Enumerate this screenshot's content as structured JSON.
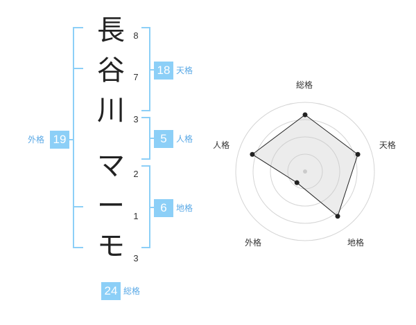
{
  "name_chars": [
    "長",
    "谷",
    "川",
    "マ",
    "ー",
    "モ"
  ],
  "strokes": [
    "8",
    "7",
    "3",
    "2",
    "1",
    "3"
  ],
  "fortunes": {
    "tenkaku": {
      "label": "天格",
      "value": "18"
    },
    "jinkaku": {
      "label": "人格",
      "value": "5"
    },
    "chikaku": {
      "label": "地格",
      "value": "6"
    },
    "gaikaku": {
      "label": "外格",
      "value": "19"
    },
    "soukaku": {
      "label": "総格",
      "value": "24"
    }
  },
  "colors": {
    "accent": "#8ccff7",
    "bracket": "#8ccff7",
    "label": "#5aa9e6"
  },
  "chart_data": {
    "type": "radar",
    "axes": [
      "総格",
      "天格",
      "地格",
      "外格",
      "人格"
    ],
    "values": [
      0.82,
      0.8,
      0.8,
      0.2,
      0.8
    ],
    "range": [
      0,
      1
    ],
    "rings": 4,
    "grid": true
  }
}
